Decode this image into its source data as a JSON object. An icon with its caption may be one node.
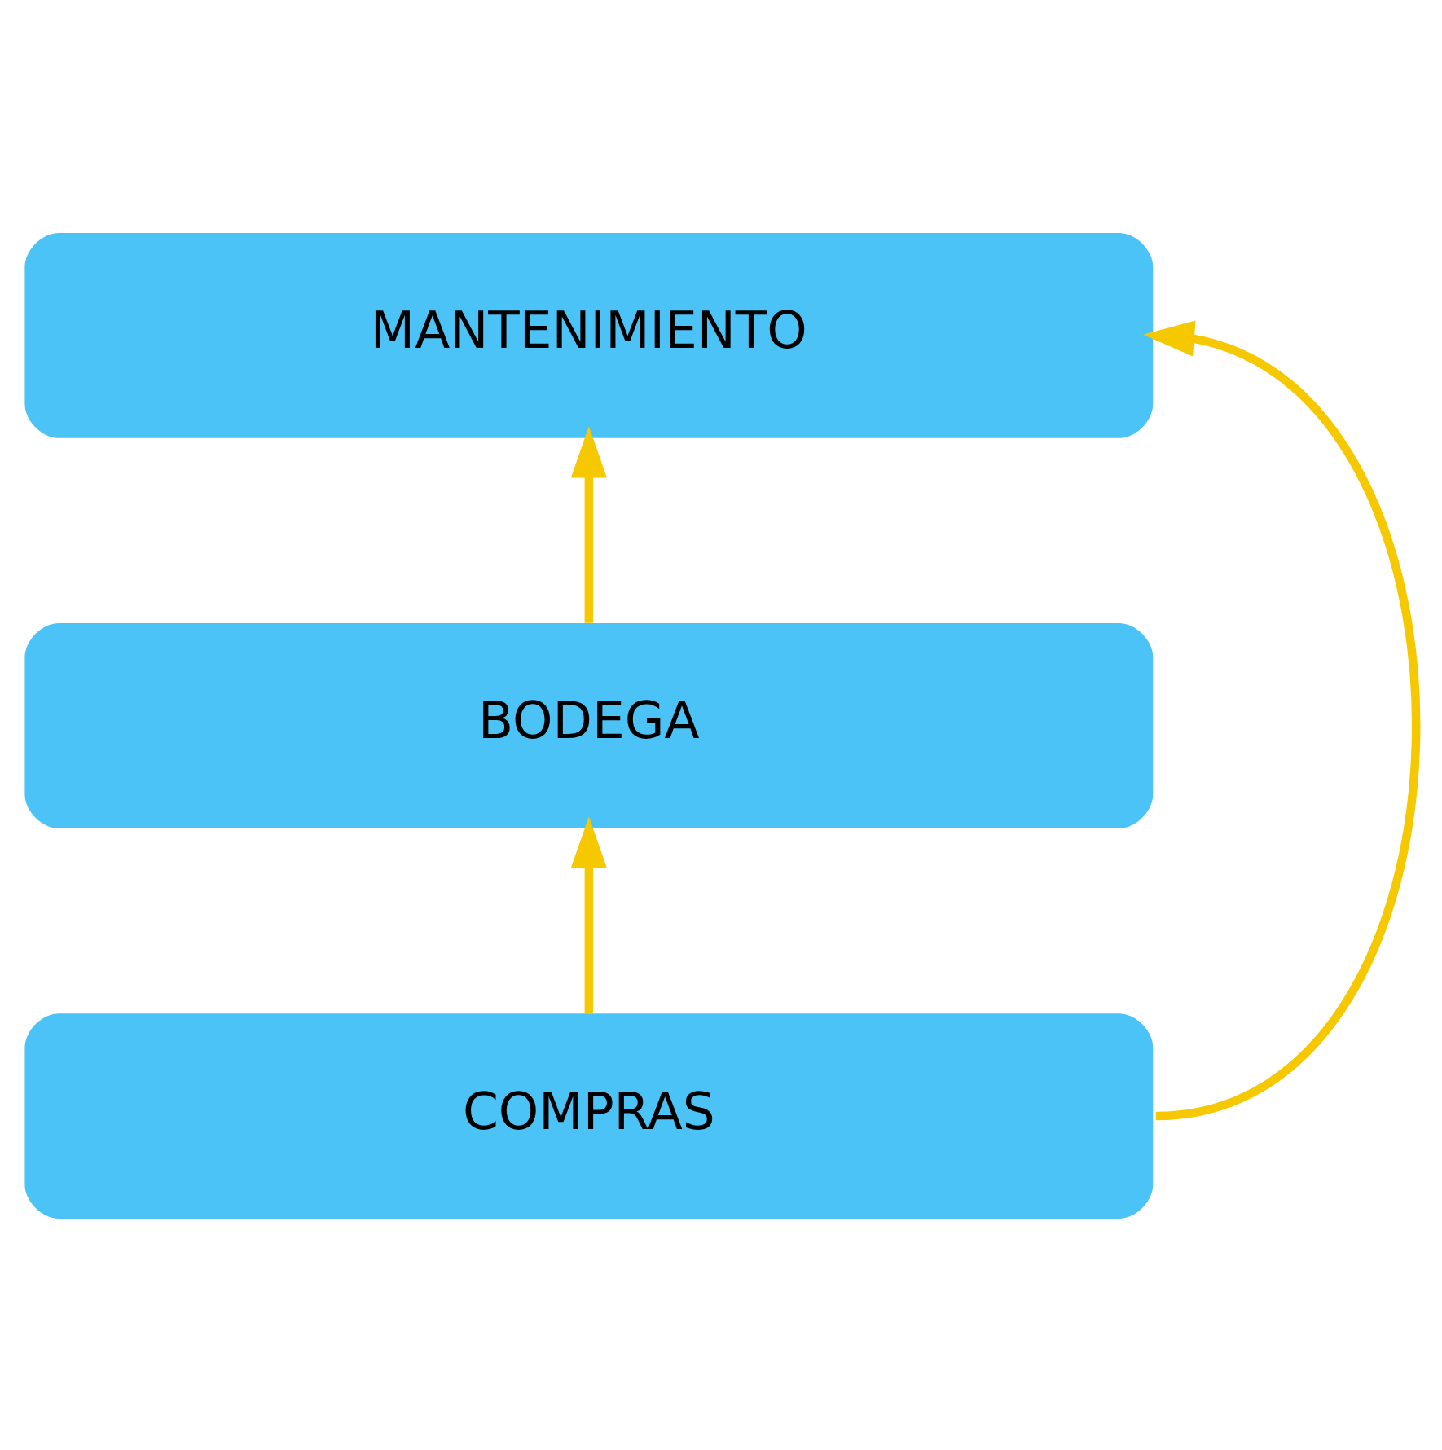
{
  "diagram": {
    "nodes": [
      {
        "text": [
          "MANTENIMIENTO"
        ]
      },
      {
        "text": [
          "BODEGA"
        ]
      },
      {
        "text": [
          "COMPRAS"
        ]
      }
    ],
    "edges": [
      {
        "from": 2,
        "to": 1,
        "arrow": "to"
      },
      {
        "from": 1,
        "to": 0,
        "arrow": "to"
      },
      {
        "from": 2,
        "to": 0,
        "arrow": "to"
      }
    ]
  }
}
